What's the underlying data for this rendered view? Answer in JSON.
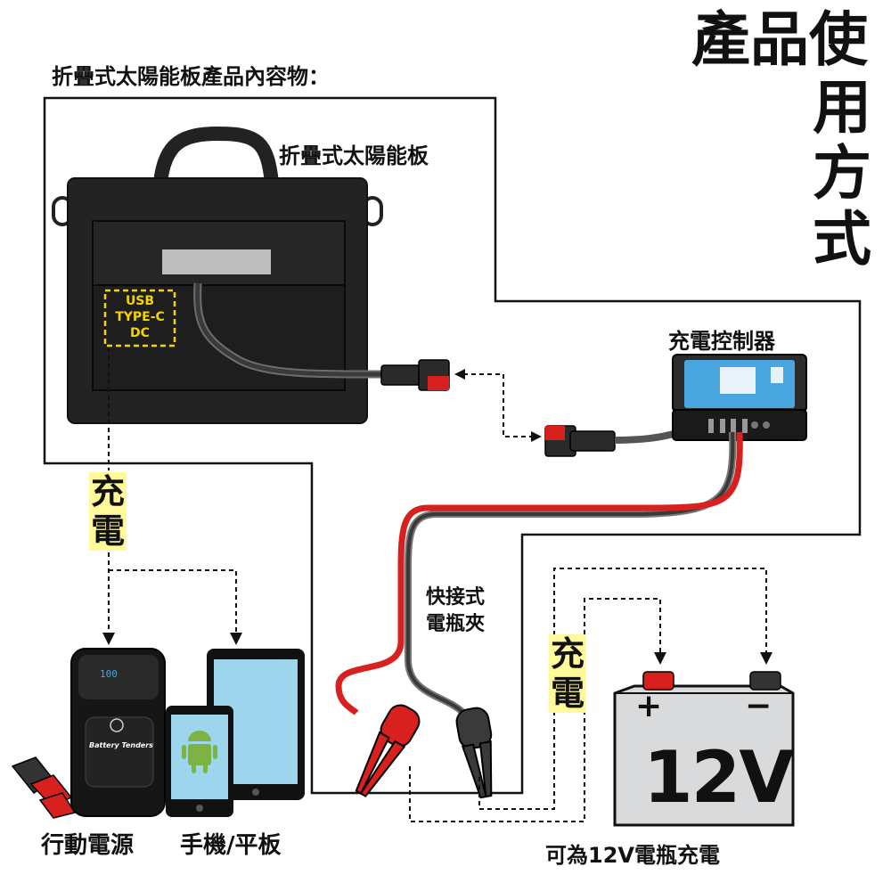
{
  "title": {
    "line1": "產品使",
    "chars": [
      "用",
      "方",
      "式"
    ]
  },
  "contents_heading": "折疊式太陽能板產品內容物：",
  "panel": {
    "label": "折疊式太陽能板",
    "port_lines": [
      "USB",
      "TYPE-C",
      "DC"
    ]
  },
  "controller": {
    "label": "充電控制器"
  },
  "clamps": {
    "label_lines": [
      "快接式",
      "電瓶夾"
    ]
  },
  "charge_left": [
    "充",
    "電"
  ],
  "charge_right": [
    "充",
    "電"
  ],
  "power_bank": {
    "label": "行動電源",
    "display": "100",
    "brand": "Battery Tenders"
  },
  "phone_tablet": {
    "label": "手機/平板"
  },
  "battery": {
    "voltage": "12V",
    "plus": "+",
    "minus": "−",
    "caption": "可為12V電瓶充電"
  },
  "colors": {
    "panel": "#222222",
    "controller_screen": "#4aa6de",
    "red": "#d8201f",
    "highlight": "#fff99a",
    "tablet_screen": "#9dd5ec",
    "battery": "#d9dadb"
  }
}
